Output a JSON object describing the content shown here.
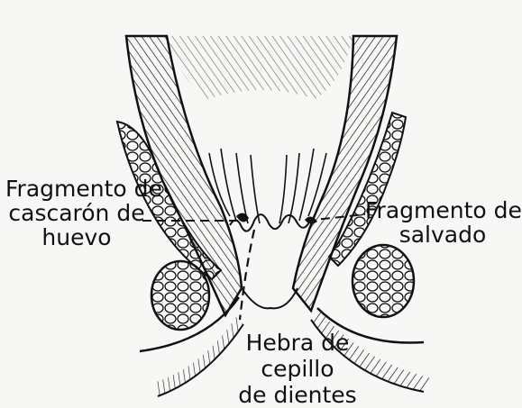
{
  "diagram": {
    "labels": {
      "left": {
        "lines": [
          "Fragmento de",
          "cascarón de",
          "huevo"
        ]
      },
      "right": {
        "lines": [
          "Fragmento de",
          "salvado"
        ]
      },
      "bottom": {
        "lines": [
          "Hebra de",
          "cepillo",
          "de dientes"
        ]
      }
    },
    "colors": {
      "ink": "#111111",
      "background": "#f7f7f5"
    }
  }
}
